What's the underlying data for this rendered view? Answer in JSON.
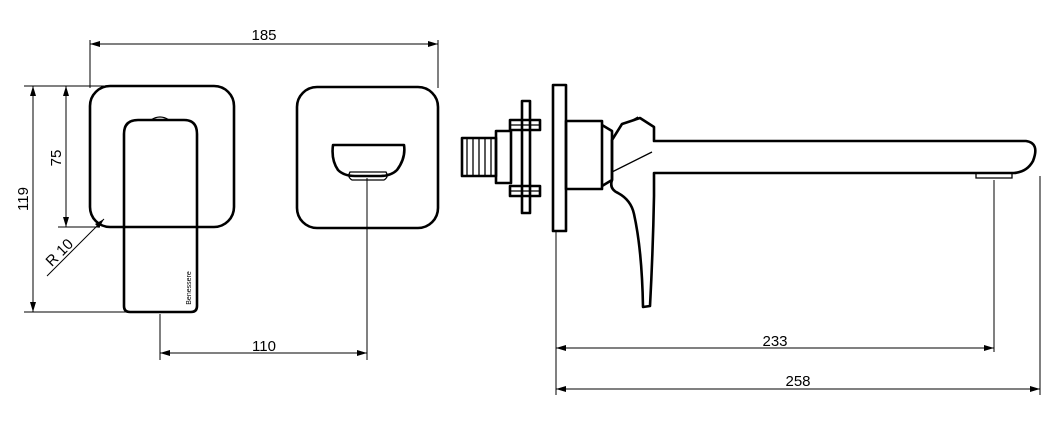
{
  "dimensions": {
    "top_width": "185",
    "left_height": "119",
    "inner_height": "75",
    "radius": "R 10",
    "spacing": "110",
    "spout_projection": "233",
    "total_projection": "258"
  },
  "brand_mark": "Benessere",
  "colors": {
    "line": "#000000",
    "background": "#ffffff"
  }
}
